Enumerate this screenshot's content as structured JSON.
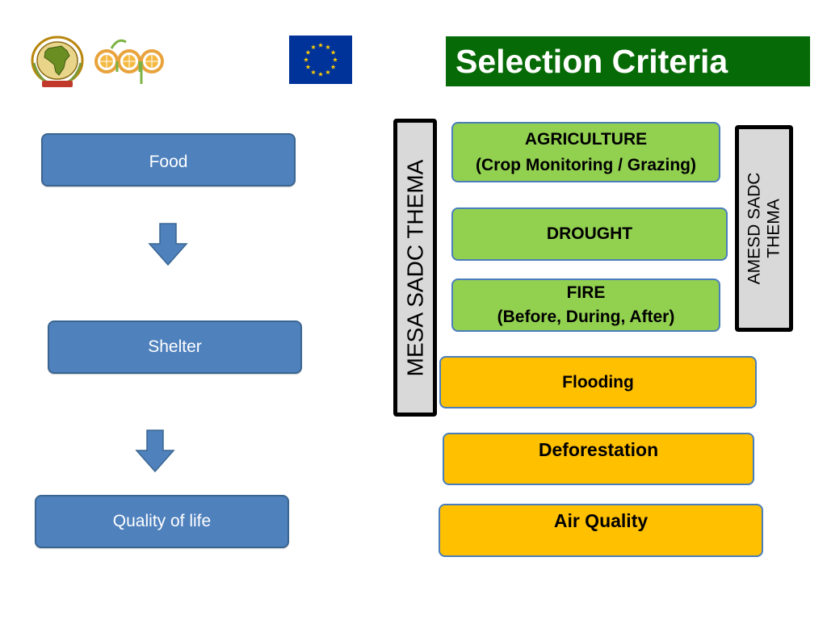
{
  "title": "Selection Criteria",
  "logos": {
    "au": "african-union-logo",
    "aap": "aap-logo",
    "eu": "eu-flag"
  },
  "flow": {
    "items": [
      "Food",
      "Shelter",
      "Quality of life"
    ]
  },
  "themes": {
    "mesa": "MESA SADC THEMA",
    "amesd_line1": "AMESD SADC",
    "amesd_line2": "THEMA"
  },
  "criteria": {
    "agriculture_line1": "AGRICULTURE",
    "agriculture_line2": "(Crop Monitoring / Grazing)",
    "drought": "DROUGHT",
    "fire_line1": "FIRE",
    "fire_line2": "(Before, During, After)",
    "flooding": "Flooding",
    "deforestation": "Deforestation",
    "air_quality": "Air Quality"
  },
  "colors": {
    "title_bg": "#066a06",
    "flow_blue": "#4f81bd",
    "criteria_green": "#92d050",
    "criteria_orange": "#ffc000",
    "theme_gray": "#d9d9d9"
  }
}
